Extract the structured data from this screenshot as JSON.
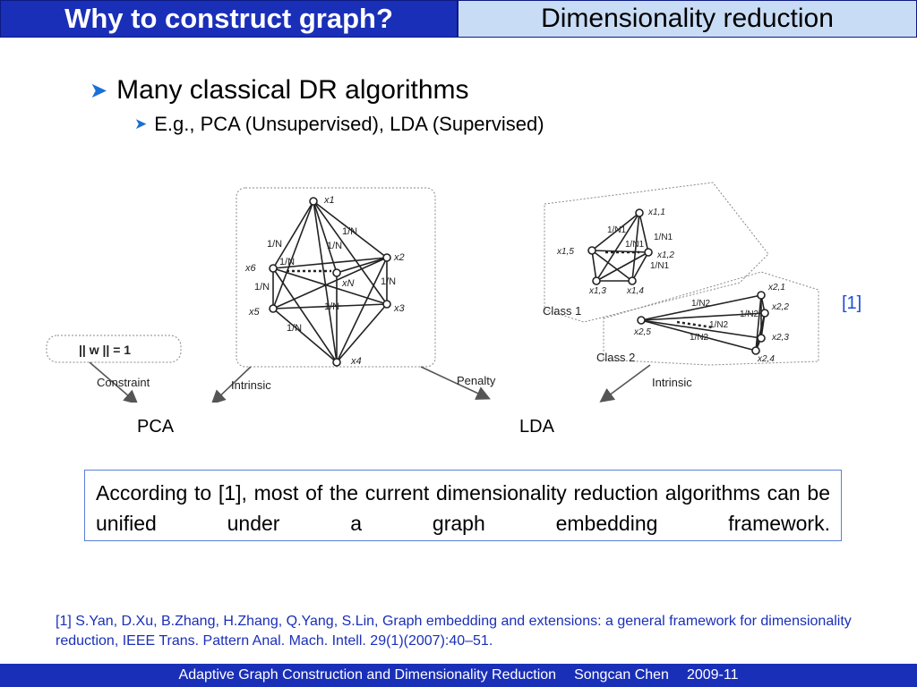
{
  "header": {
    "left_title": "Why to construct graph?",
    "right_title": "Dimensionality reduction"
  },
  "bullets": {
    "main": "Many classical DR algorithms",
    "sub": "E.g., PCA (Unsupervised), LDA (Supervised)"
  },
  "figure": {
    "pca": {
      "constraint_box": "|| w || = 1",
      "constraint_label": "Constraint",
      "intrinsic_label": "Intrinsic",
      "penalty_label": "Penalty",
      "nodes": [
        "x1",
        "x2",
        "x3",
        "x4",
        "x5",
        "x6",
        "xN"
      ],
      "edge_labels": [
        "1/N",
        "1/N",
        "1/N",
        "1/N",
        "1/N",
        "1/N",
        "1/N",
        "1/N"
      ]
    },
    "lda": {
      "class1_label": "Class 1",
      "class2_label": "Class 2",
      "intrinsic_label": "Intrinsic",
      "class1_nodes": [
        "x1,1",
        "x1,2",
        "x1,3",
        "x1,4",
        "x1,5"
      ],
      "class2_nodes": [
        "x2,1",
        "x2,2",
        "x2,3",
        "x2,4",
        "x2,5"
      ],
      "class1_edge_labels": [
        "1/N1",
        "1/N1",
        "1/N1",
        "1/N1"
      ],
      "class2_edge_labels": [
        "1/N2",
        "1/N2",
        "1/N2",
        "1/N2"
      ]
    }
  },
  "captions": {
    "pca": "PCA",
    "lda": "LDA",
    "ref": "[1]"
  },
  "summary": "According to [1], most of the current dimensionality reduction algorithms can be unified under a graph embedding framework.",
  "footnote": "[1] S.Yan, D.Xu, B.Zhang, H.Zhang, Q.Yang, S.Lin, Graph embedding and extensions: a general framework for dimensionality reduction, IEEE Trans. Pattern Anal. Mach. Intell. 29(1)(2007):40–51.",
  "footer": {
    "title": "Adaptive Graph Construction and Dimensionality Reduction",
    "author": "Songcan Chen",
    "date": "2009-11"
  },
  "colors": {
    "header_blue": "#1a2fb8",
    "header_light": "#c9dcf6",
    "bullet_arrow": "#1a6fd6"
  }
}
